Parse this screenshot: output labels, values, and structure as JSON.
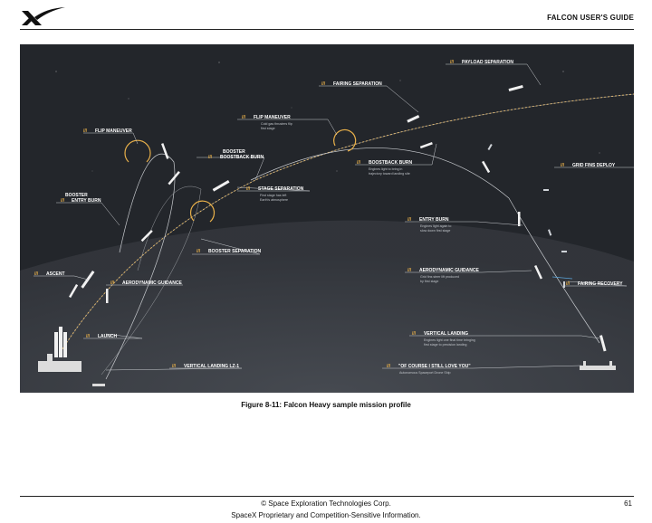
{
  "header": {
    "guide_title": "FALCON USER'S GUIDE"
  },
  "figure": {
    "labels": {
      "payload_separation": "PAYLOAD SEPARATION",
      "fairing_separation": "FAIRING SEPARATION",
      "flip_maneuver_center": "FLIP MANEUVER",
      "flip_maneuver_center_sub1": "Cold gas thrusters flip",
      "flip_maneuver_center_sub2": "first stage",
      "flip_maneuver_left": "FLIP MANEUVER",
      "booster_boostback_1": "BOOSTER",
      "booster_boostback_2": "BOOSTBACK BURN",
      "boostback_burn": "BOOSTBACK BURN",
      "boostback_burn_sub1": "Engines light to bring in",
      "boostback_burn_sub2": "trajectory toward landing site",
      "grid_fins_deploy": "GRID FINS DEPLOY",
      "stage_separation": "STAGE SEPARATION",
      "stage_separation_sub1": "First stage has left",
      "stage_separation_sub2": "Earth's atmosphere",
      "booster_entry_1": "BOOSTER",
      "booster_entry_2": "ENTRY BURN",
      "entry_burn": "ENTRY BURN",
      "entry_burn_sub1": "Engines light again to",
      "entry_burn_sub2": "slow down first stage",
      "booster_separation": "BOOSTER SEPARATION",
      "ascent": "ASCENT",
      "aerodynamic_guidance_left": "AERODYNAMIC GUIDANCE",
      "aerodynamic_guidance_right": "AERODYNAMIC GUIDANCE",
      "aero_right_sub1": "Grid fins steer lift produced",
      "aero_right_sub2": "by first stage",
      "fairing_recovery": "FAIRING RECOVERY",
      "launch": "LAUNCH",
      "vertical_landing_right": "VERTICAL LANDING",
      "vertical_landing_sub1": "Engines light one final time bringing",
      "vertical_landing_sub2": "first stage to precision landing",
      "vertical_landing_lz": "VERTICAL LANDING  LZ-1",
      "of_course": "\"OF COURSE I STILL LOVE YOU\"",
      "of_course_sub": "Autonomous Spaceport Drone Ship"
    },
    "colors": {
      "background": "#23262b",
      "accent": "#e8b04a",
      "trajectory": "#c9ccd0"
    }
  },
  "caption": "Figure 8-11: Falcon Heavy sample mission profile",
  "footer": {
    "copyright": "© Space Exploration Technologies Corp.",
    "notice": "SpaceX Proprietary and Competition-Sensitive Information.",
    "page_number": "61"
  }
}
